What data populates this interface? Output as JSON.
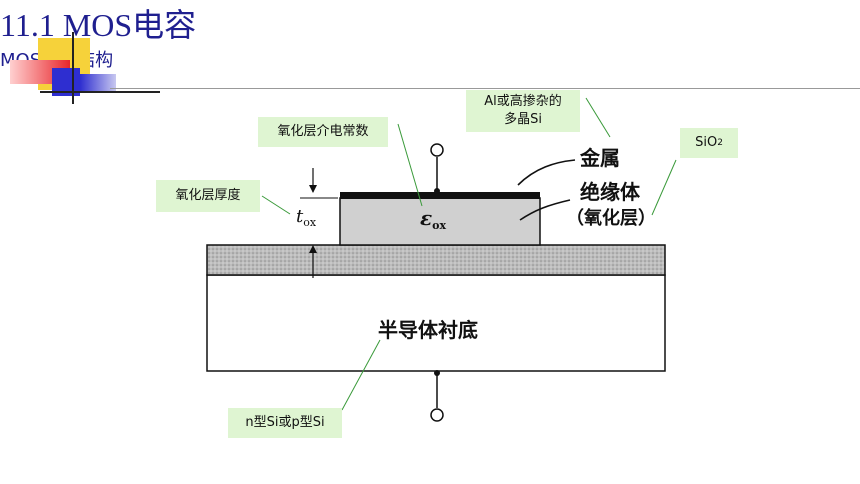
{
  "header": {
    "title": "11.1 MOS电容",
    "subtitle": "MOS电容结构"
  },
  "diagram": {
    "metal_label": "金属",
    "insulator_label": "绝缘体",
    "oxide_label": "（氧化层）",
    "substrate_label": "半导体衬底",
    "thickness_symbol": "t",
    "thickness_subscript": "ox",
    "permittivity_symbol": "ε",
    "permittivity_subscript": "ox"
  },
  "annotations": {
    "gate_material_line1": "Al或高掺杂的",
    "gate_material_line2": "多晶Si",
    "insulator_material": "SiO",
    "insulator_material_sub": "2",
    "oxide_permittivity": "氧化层介电常数",
    "oxide_thickness": "氧化层厚度",
    "substrate_type": "n型Si或p型Si"
  },
  "colors": {
    "title": "#1f1f8f",
    "note_bg": "#dff5d2",
    "deco_yellow": "#f6d23a",
    "deco_red": "#e8262b",
    "deco_blue": "#2e2ed0",
    "oxide_fill": "#d0d0d0",
    "leader_line": "#3a9a3a"
  }
}
